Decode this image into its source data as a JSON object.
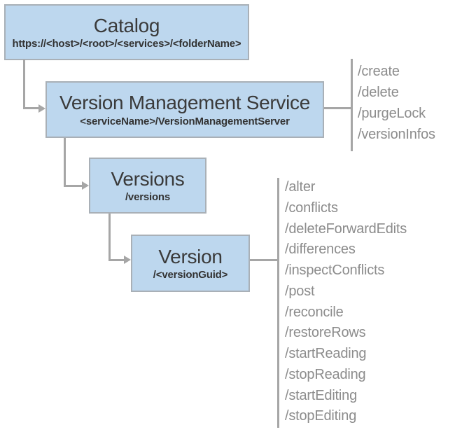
{
  "nodes": {
    "catalog": {
      "title": "Catalog",
      "subtitle": "https://<host>/<root>/<services>/<folderName>"
    },
    "vms": {
      "title": "Version Management Service",
      "subtitle": "<serviceName>/VersionManagementServer"
    },
    "versions": {
      "title": "Versions",
      "subtitle": "/versions"
    },
    "version": {
      "title": "Version",
      "subtitle": "/<versionGuid>"
    }
  },
  "operations": {
    "vms": [
      "/create",
      "/delete",
      "/purgeLock",
      "/versionInfos"
    ],
    "version": [
      "/alter",
      "/conflicts",
      "/deleteForwardEdits",
      "/differences",
      "/inspectConflicts",
      "/post",
      "/reconcile",
      "/restoreRows",
      "/startReading",
      "/stopReading",
      "/startEditing",
      "/stopEditing"
    ]
  },
  "colors": {
    "node_fill": "#bdd7ee",
    "node_border": "#a9b0b7",
    "connector": "#a6a6a6",
    "operation_text": "#8c8c8c",
    "title_text": "#3a3a3a"
  }
}
